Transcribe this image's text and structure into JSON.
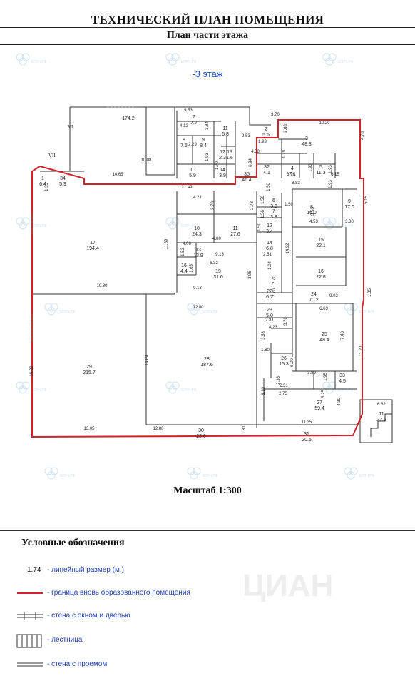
{
  "header": {
    "title": "ТЕХНИЧЕСКИЙ ПЛАН ПОМЕЩЕНИЯ",
    "subtitle": "План части этажа"
  },
  "plan": {
    "floor_label": "-3 этаж",
    "scale_label": "Масштаб 1:300",
    "boundary_color": "#d2232a",
    "axis_labels": [
      "VI",
      "VII"
    ],
    "rooms": [
      {
        "num": "1",
        "area": "6.4"
      },
      {
        "num": "34",
        "area": "5.9"
      },
      {
        "num": "",
        "area": "174.2"
      },
      {
        "num": "7",
        "area": "7.7"
      },
      {
        "num": "8",
        "area": "7.6"
      },
      {
        "num": "9",
        "area": "8.4"
      },
      {
        "num": "11",
        "area": "6.8"
      },
      {
        "num": "12",
        "area": "2.3"
      },
      {
        "num": "13",
        "area": "1.6"
      },
      {
        "num": "10",
        "area": "5.9"
      },
      {
        "num": "14",
        "area": "3.9"
      },
      {
        "num": "35",
        "area": "46.4"
      },
      {
        "num": "2",
        "area": "5.6"
      },
      {
        "num": "3",
        "area": "48.3"
      },
      {
        "num": "32",
        "area": "4.1"
      },
      {
        "num": "4",
        "area": "7.1"
      },
      {
        "num": "5",
        "area": "11.3"
      },
      {
        "num": "6",
        "area": "3.8"
      },
      {
        "num": "7",
        "area": "3.8"
      },
      {
        "num": "12",
        "area": "3.4"
      },
      {
        "num": "8",
        "area": "16.0"
      },
      {
        "num": "9",
        "area": "17.0"
      },
      {
        "num": "17",
        "area": "194.4"
      },
      {
        "num": "10",
        "area": "24.3"
      },
      {
        "num": "11",
        "area": "27.6"
      },
      {
        "num": "13",
        "area": "13.9"
      },
      {
        "num": "16",
        "area": "4.4"
      },
      {
        "num": "19",
        "area": "31.0"
      },
      {
        "num": "14",
        "area": "6.8"
      },
      {
        "num": "15",
        "area": "22.1"
      },
      {
        "num": "16",
        "area": "22.8"
      },
      {
        "num": "22",
        "area": "6.7"
      },
      {
        "num": "24",
        "area": "70.2"
      },
      {
        "num": "23",
        "area": "5.0"
      },
      {
        "num": "25",
        "area": "48.4"
      },
      {
        "num": "29",
        "area": "215.7"
      },
      {
        "num": "28",
        "area": "187.6"
      },
      {
        "num": "26",
        "area": "15.3"
      },
      {
        "num": "33",
        "area": "4.5"
      },
      {
        "num": "27",
        "area": "59.4"
      },
      {
        "num": "30",
        "area": "22.6"
      },
      {
        "num": "31",
        "area": "20.5"
      },
      {
        "num": "11",
        "area": "22.5"
      }
    ],
    "dimensions": [
      "9.53",
      "4.12",
      "3.84",
      "2.29",
      "1.70",
      "1.93",
      "10.88",
      "10.65",
      "21.49",
      "1.35",
      "3.70",
      "10.20",
      "2.53",
      "2.88",
      "1.93",
      "1.79",
      "4.58",
      "4.78",
      "6.94",
      "1.93",
      "3.76",
      "1.93",
      "6.15",
      "8.83",
      "1.93",
      "1.50",
      "1.50",
      "5.15",
      "1.56",
      "1.56",
      "1.50",
      "3.53",
      "4.53",
      "3.30",
      "4.21",
      "2.78",
      "2.78",
      "11.69",
      "4.06",
      "4.80",
      "9.13",
      "1.52",
      "1.65",
      "6.32",
      "3.96",
      "2.51",
      "14.92",
      "1.04",
      "2.70",
      "19.80",
      "9.13",
      "2.70",
      "9.02",
      "12.80",
      "2.81",
      "6.63",
      "1.35",
      "3.70",
      "4.23",
      "3.63",
      "7.43",
      "1.80",
      "6.09",
      "16.80",
      "14.69",
      "11.20",
      "3.89",
      "1.95",
      "2.36",
      "2.51",
      "8.10",
      "2.75",
      "6.25",
      "4.30",
      "6.62",
      "13.05",
      "12.80",
      "1.81",
      "11.35"
    ]
  },
  "legend": {
    "title": "Условные обозначения",
    "items": [
      {
        "symbol": "1.74",
        "text": "- линейный размер (м.)"
      },
      {
        "symbol": "red-line",
        "text": "- граница вновь образованного помещения"
      },
      {
        "symbol": "wall-window-door",
        "text": "- стена с окном и дверью"
      },
      {
        "symbol": "stairs",
        "text": "- лестница"
      },
      {
        "symbol": "wall-opening",
        "text": "- стена с проемом"
      }
    ]
  },
  "watermark": {
    "text": "ЦИАН",
    "small_text": "ЕГРН.РФ"
  }
}
